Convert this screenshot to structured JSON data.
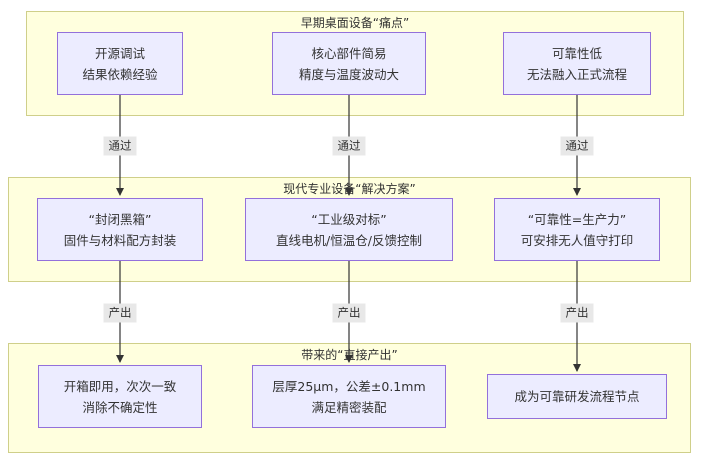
{
  "groups": {
    "pain": {
      "title": "早期桌面设备“痛点”"
    },
    "solution": {
      "title": "现代专业设备“解决方案”"
    },
    "output": {
      "title": "带来的“直接产出”"
    }
  },
  "nodes": {
    "pain": [
      {
        "line1": "开源调试",
        "line2": "结果依赖经验"
      },
      {
        "line1": "核心部件简易",
        "line2": "精度与温度波动大"
      },
      {
        "line1": "可靠性低",
        "line2": "无法融入正式流程"
      }
    ],
    "solution": [
      {
        "line1": "“封闭黑箱”",
        "line2": "固件与材料配方封装"
      },
      {
        "line1": "“工业级对标”",
        "line2": "直线电机/恒温仓/反馈控制"
      },
      {
        "line1": "“可靠性=生产力”",
        "line2": "可安排无人值守打印"
      }
    ],
    "output": [
      {
        "line1": "开箱即用，次次一致",
        "line2": "消除不确定性"
      },
      {
        "line1": "层厚25μm，公差±0.1mm",
        "line2": "满足精密装配"
      },
      {
        "line1": "成为可靠研发流程节点",
        "line2": ""
      }
    ]
  },
  "edge_labels": {
    "pass": [
      "通过",
      "通过",
      "通过"
    ],
    "produce": [
      "产出",
      "产出",
      "产出"
    ]
  },
  "colors": {
    "group_fill": "#ffffde",
    "group_border": "#cfcf8a",
    "node_fill": "#ececff",
    "node_border": "#9370db",
    "edge": "#333333"
  }
}
